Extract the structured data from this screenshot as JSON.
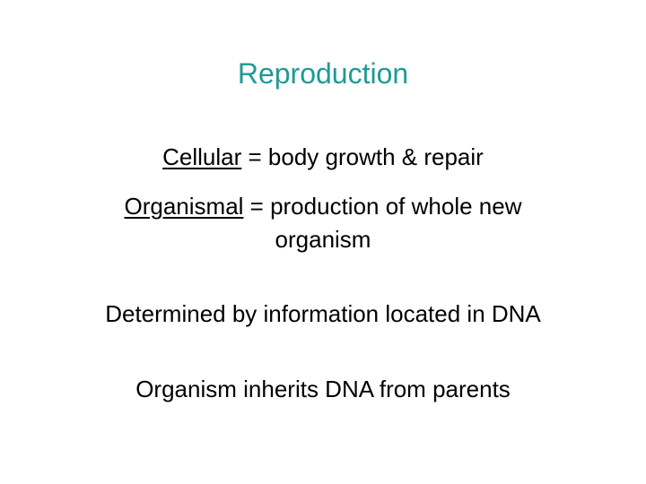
{
  "slide": {
    "title": "Reproduction",
    "title_color": "#1f9a96",
    "items": [
      {
        "term": "Cellular",
        "rest": " = body growth & repair"
      },
      {
        "term": "Organismal",
        "rest": " = production of whole new",
        "continuation": "organism"
      },
      {
        "text": "Determined by information located in DNA"
      },
      {
        "text": "Organism inherits DNA from parents"
      }
    ]
  }
}
